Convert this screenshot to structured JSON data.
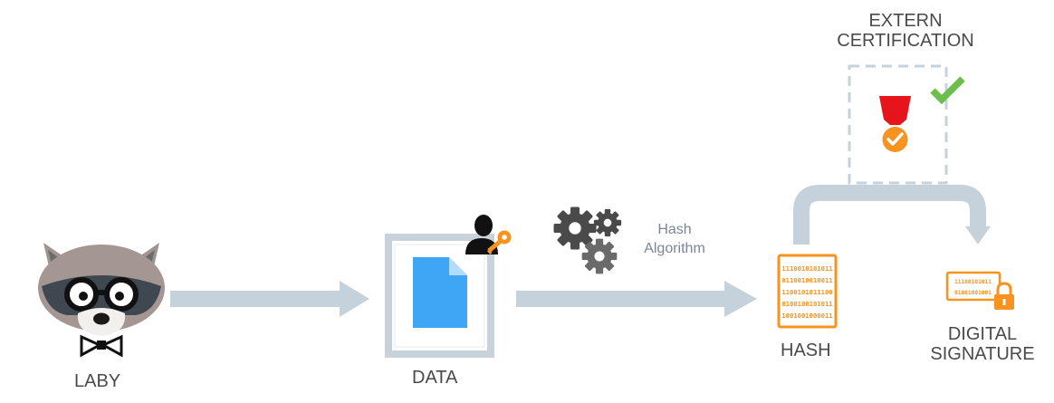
{
  "labels": {
    "laby": "LABY",
    "data": "DATA",
    "hash_algorithm_line1": "Hash",
    "hash_algorithm_line2": "Algorithm",
    "hash": "HASH",
    "digital_signature_line1": "DIGITAL",
    "digital_signature_line2": "SIGNATURE",
    "extern_certification_line1": "EXTERN",
    "extern_certification_line2": "CERTIFICATION"
  },
  "hash_binary_lines": [
    "1110010101011",
    "0110010010011",
    "1100101011100",
    "0100100101011",
    "1001001000011"
  ],
  "signature_binary_lines": [
    "11100101011",
    "01001001001"
  ],
  "colors": {
    "arrow": "#c5d1db",
    "orange": "#f7931e",
    "document_blue": "#3fa6f5",
    "ribbon_red": "#e8141b",
    "check_green": "#6cc04a",
    "text": "#4a4a4a",
    "gear": "#4a4a4a"
  },
  "icons": [
    "raccoon-mascot-icon",
    "document-icon",
    "user-key-icon",
    "gears-icon",
    "binary-document-icon",
    "locked-binary-card-icon",
    "medal-icon",
    "checkmark-icon"
  ]
}
